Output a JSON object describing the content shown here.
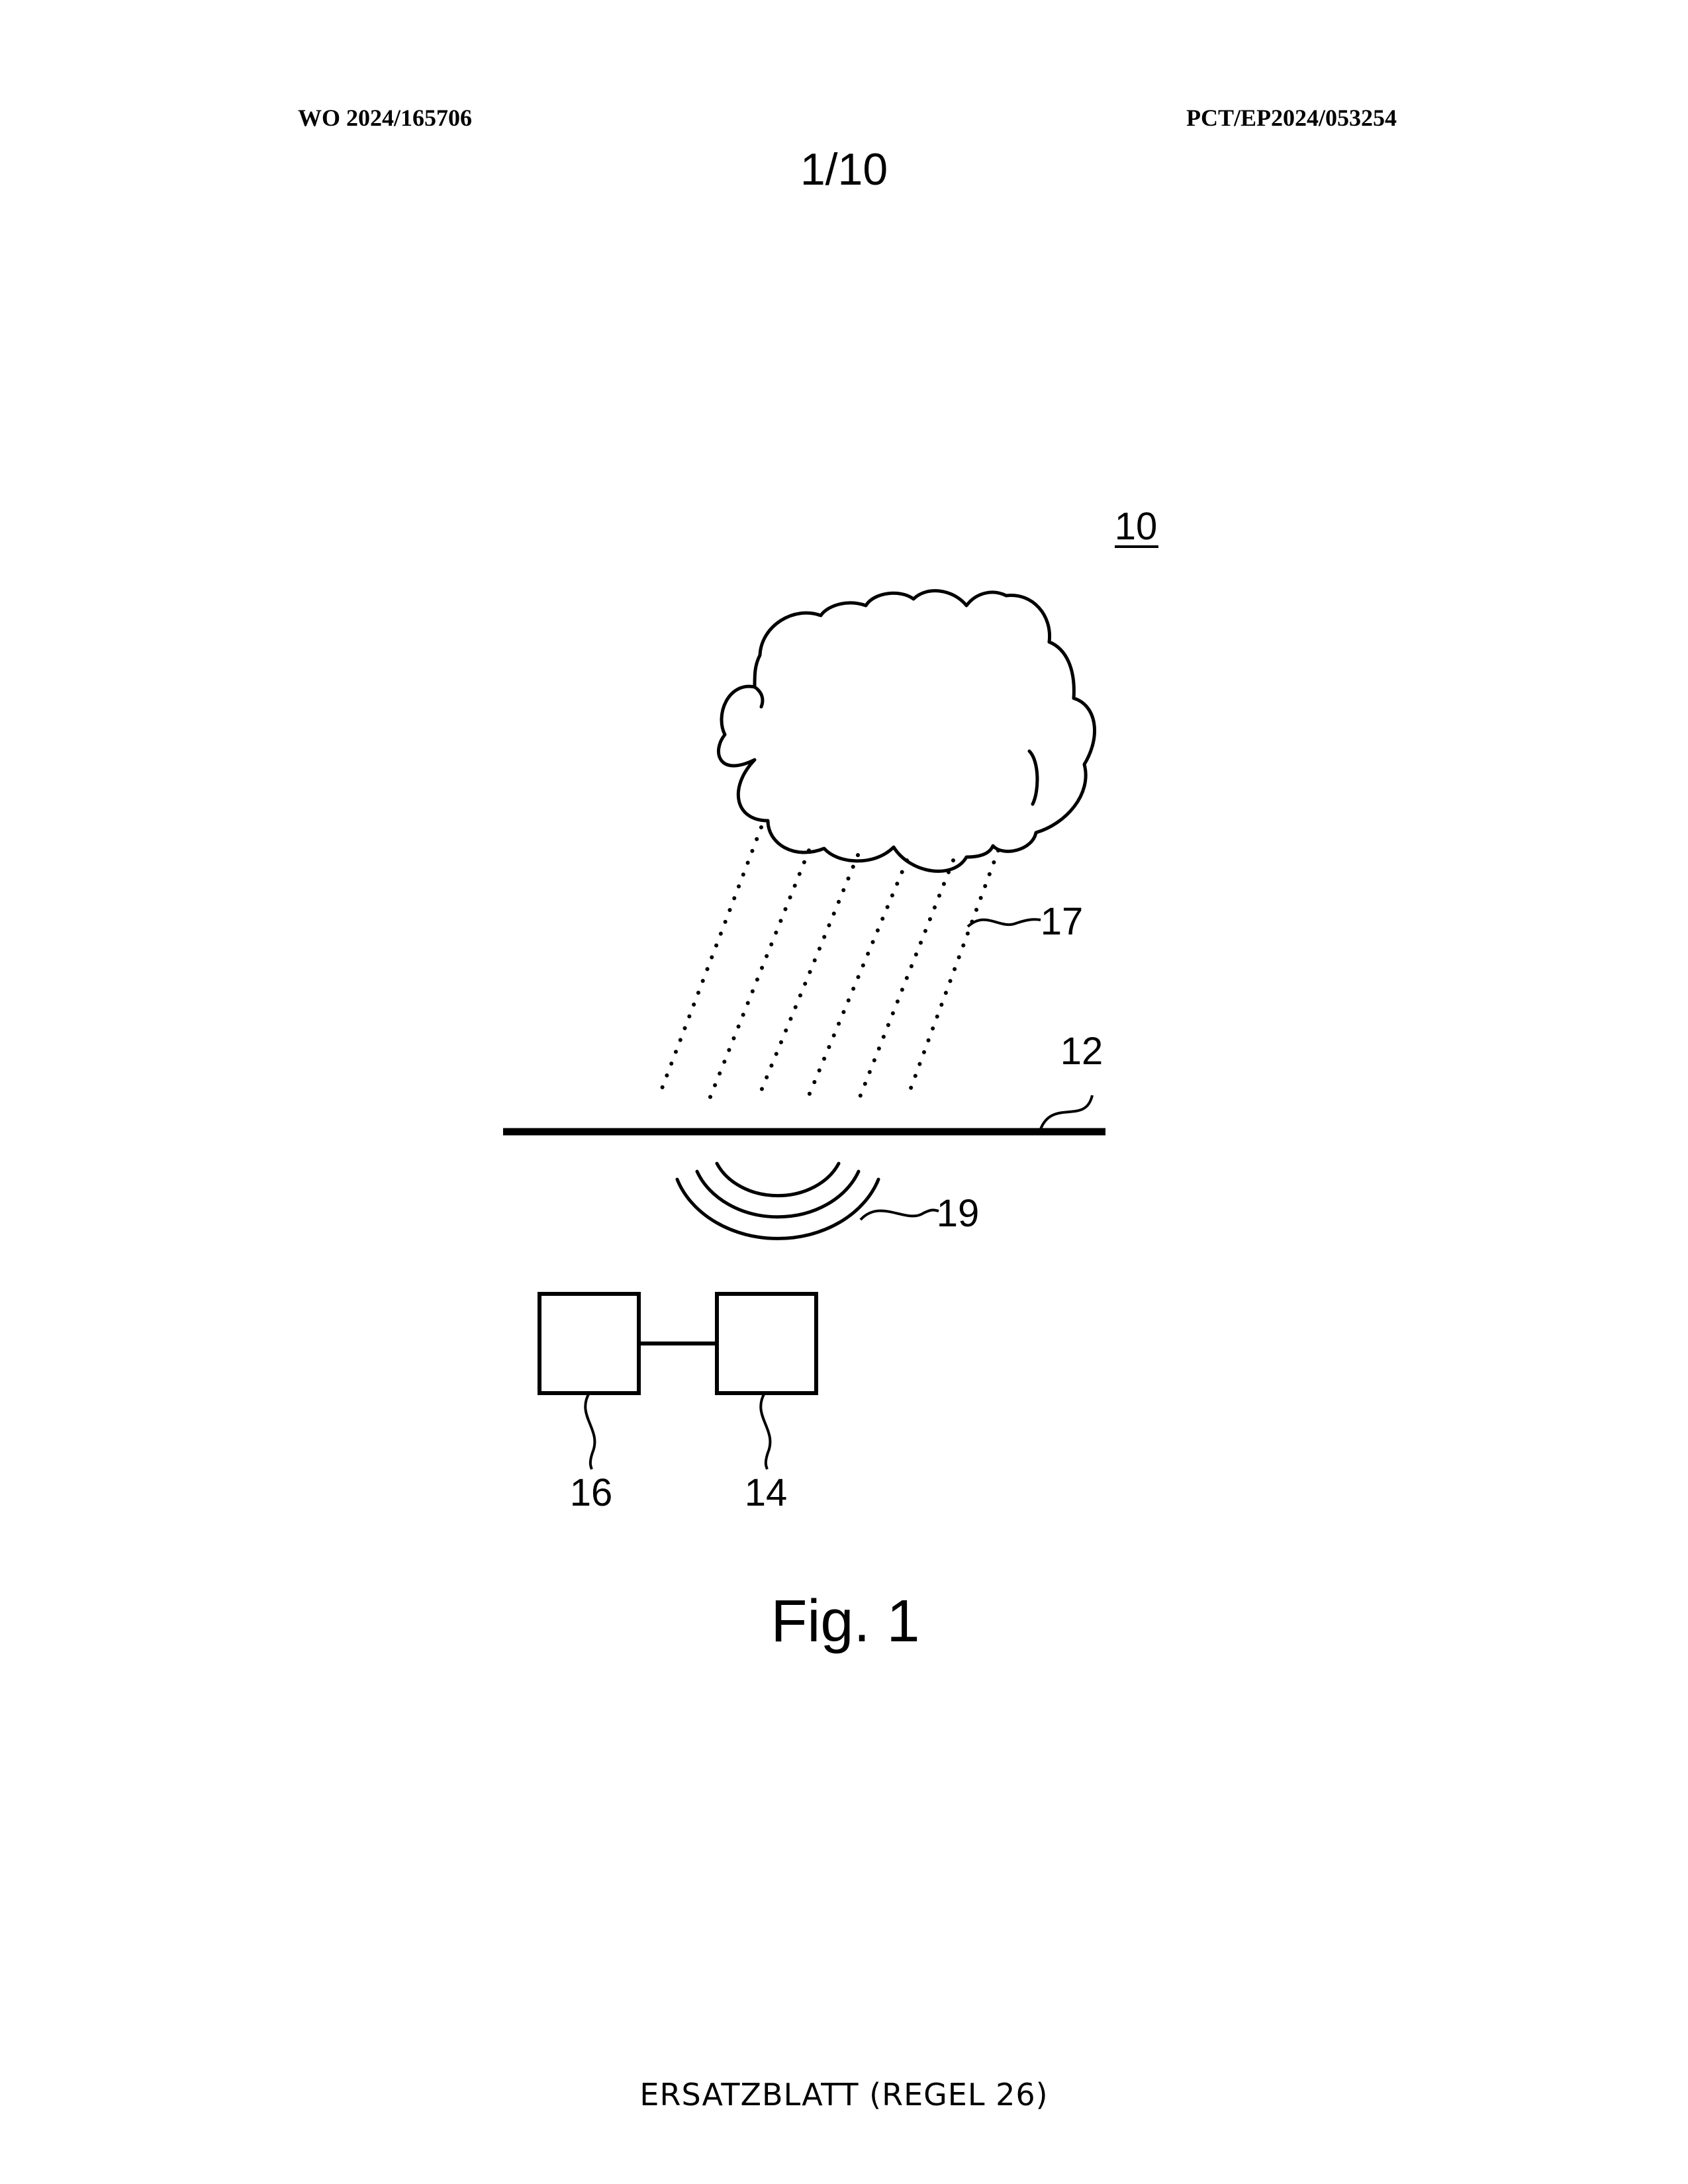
{
  "header": {
    "publication_number": "WO 2024/165706",
    "application_number": "PCT/EP2024/053254"
  },
  "sheet_number": "1/10",
  "figure": {
    "caption": "Fig. 1",
    "reference_numerals": {
      "system": "10",
      "surface": "12",
      "sensor": "14",
      "processor": "16",
      "rain": "17",
      "waves": "19"
    }
  },
  "footer": {
    "text": "ERSATZBLATT (REGEL 26)"
  }
}
